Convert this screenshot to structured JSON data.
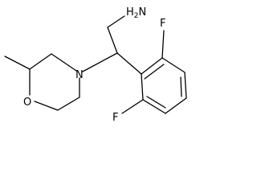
{
  "molecule": {
    "atoms": {
      "amine": "H2N",
      "fluorine_top": "F",
      "fluorine_bottom": "F",
      "nitrogen": "N",
      "oxygen": "O"
    },
    "colors": {
      "bond": "#000000",
      "label": "#000000",
      "background": "#ffffff"
    }
  }
}
